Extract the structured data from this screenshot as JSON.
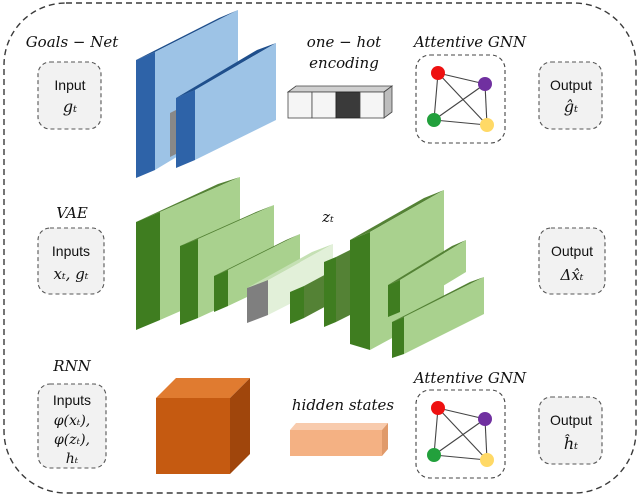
{
  "goals_net": {
    "title": "Goals − Net",
    "input": {
      "title": "Input",
      "value": "gₜ"
    },
    "encoding_label_1": "one − hot",
    "encoding_label_2": "encoding",
    "gnn_title": "Attentive GNN",
    "output": {
      "title": "Output",
      "value": "ĝₜ"
    }
  },
  "vae": {
    "title": "VAE",
    "input": {
      "title": "Inputs",
      "value": "xₜ, gₜ"
    },
    "latent_label": "zₜ",
    "output": {
      "title": "Output",
      "value": "Δx̂ₜ"
    }
  },
  "rnn": {
    "title": "RNN",
    "input": {
      "title": "Inputs",
      "line1": "φ(xₜ),",
      "line2": "φ(zₜ),",
      "line3": "hₜ"
    },
    "hidden_label": "hidden states",
    "gnn_title": "Attentive GNN",
    "output": {
      "title": "Output",
      "value": "ĥₜ"
    }
  },
  "colors": {
    "goals_net_blocks": "#9dc3e6",
    "vae_blocks": "#a9d18e",
    "rnn_cube": "#c55a11",
    "hidden_states": "#f4b183",
    "gnn_nodes": [
      "#ee1111",
      "#7030a0",
      "#22a03c",
      "#ffd966"
    ]
  }
}
